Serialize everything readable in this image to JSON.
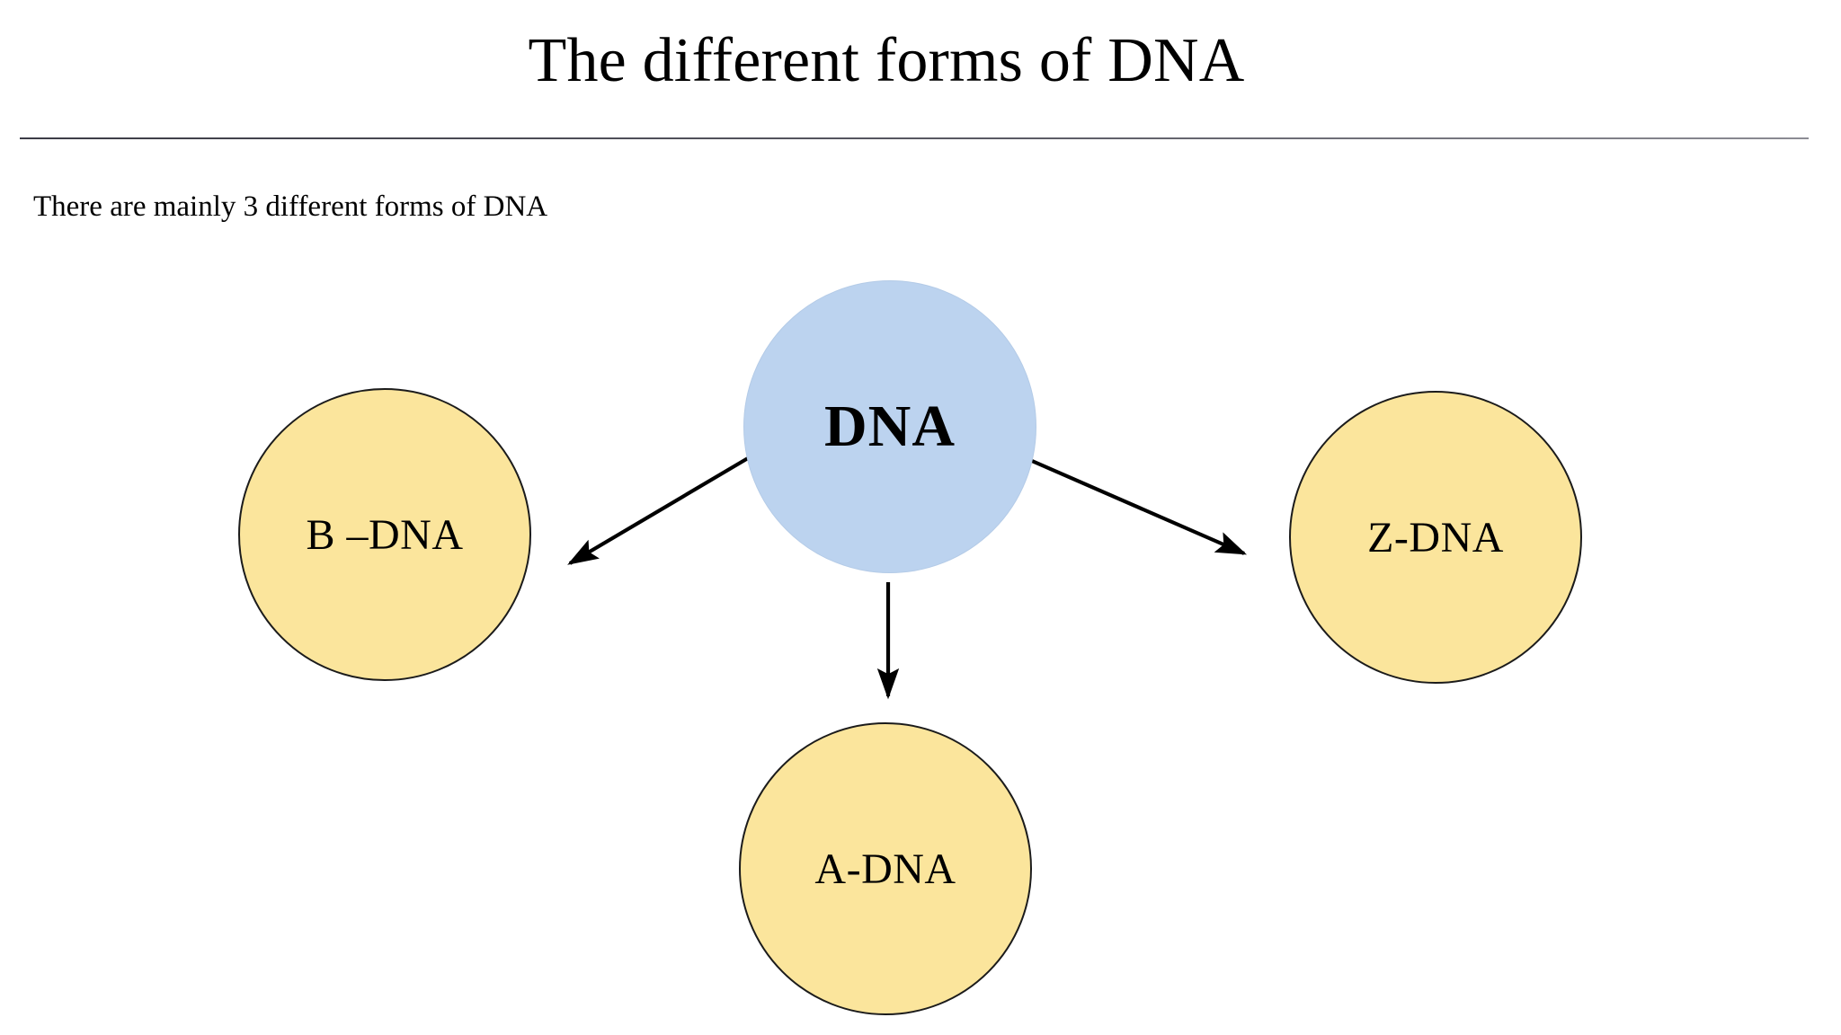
{
  "slide": {
    "title": "The different forms of DNA",
    "subtitle": "There are mainly 3 different forms of DNA",
    "background_color": "#ffffff",
    "divider_color": "#3c3c46"
  },
  "diagram": {
    "type": "hub-and-spoke",
    "center_node": {
      "id": "dna",
      "label": "DNA",
      "fill_color": "#bcd3ef",
      "text_color": "#000000",
      "bold": true
    },
    "leaf_nodes": [
      {
        "id": "b-dna",
        "label": "B –DNA",
        "fill_color": "#fbe59c",
        "border_color": "#1b1b1b",
        "text_color": "#000000",
        "position": "left"
      },
      {
        "id": "a-dna",
        "label": "A-DNA",
        "fill_color": "#fbe59c",
        "border_color": "#1b1b1b",
        "text_color": "#000000",
        "position": "bottom"
      },
      {
        "id": "z-dna",
        "label": "Z-DNA",
        "fill_color": "#fbe59c",
        "border_color": "#1b1b1b",
        "text_color": "#000000",
        "position": "right"
      }
    ],
    "connectors": [
      {
        "id": "dna-to-b-dna",
        "from": "dna",
        "to": "b-dna",
        "style": "solid-arrow",
        "color": "#000000"
      },
      {
        "id": "dna-to-a-dna",
        "from": "dna",
        "to": "a-dna",
        "style": "solid-arrow",
        "color": "#000000"
      },
      {
        "id": "dna-to-z-dna",
        "from": "dna",
        "to": "z-dna",
        "style": "solid-arrow",
        "color": "#000000"
      }
    ]
  }
}
